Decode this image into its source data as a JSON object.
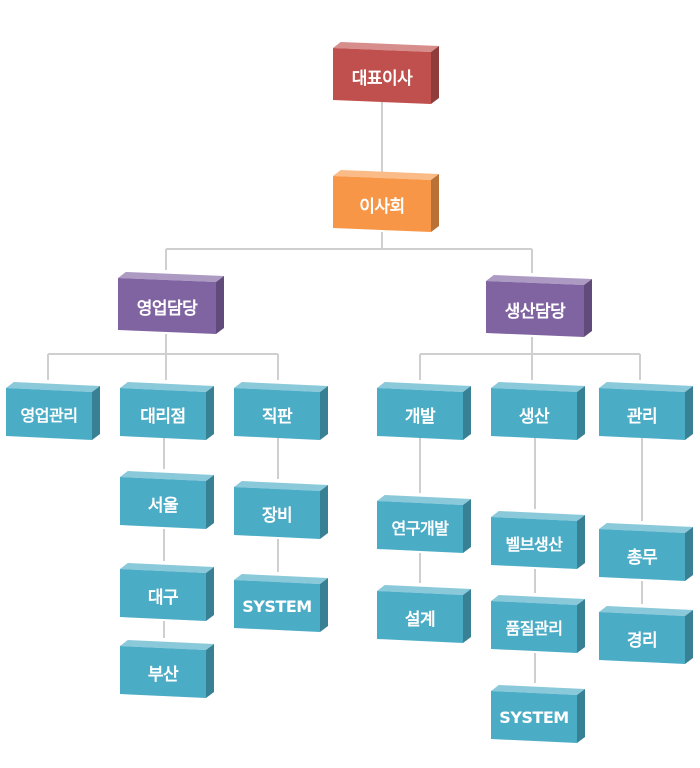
{
  "colors": {
    "ceo": "#c0504d",
    "board": "#f79646",
    "division": "#8064a2",
    "team": "#4bacc6",
    "connector": "#cfcfcf"
  },
  "nodes": {
    "ceo": "대표이사",
    "board": "이사회",
    "sales": "영업담당",
    "production": "생산담당",
    "sales_management": "영업관리",
    "dealer": "대리점",
    "direct_sales": "직판",
    "seoul": "서울",
    "daegu": "대구",
    "busan": "부산",
    "equipment": "장비",
    "system_sales": "SYSTEM",
    "development": "개발",
    "research_development": "연구개발",
    "design": "설계",
    "manufacturing": "생산",
    "valve_production": "벨브생산",
    "quality_management": "품질관리",
    "system_production": "SYSTEM",
    "management": "관리",
    "general_affairs": "총무",
    "accounting": "경리"
  }
}
